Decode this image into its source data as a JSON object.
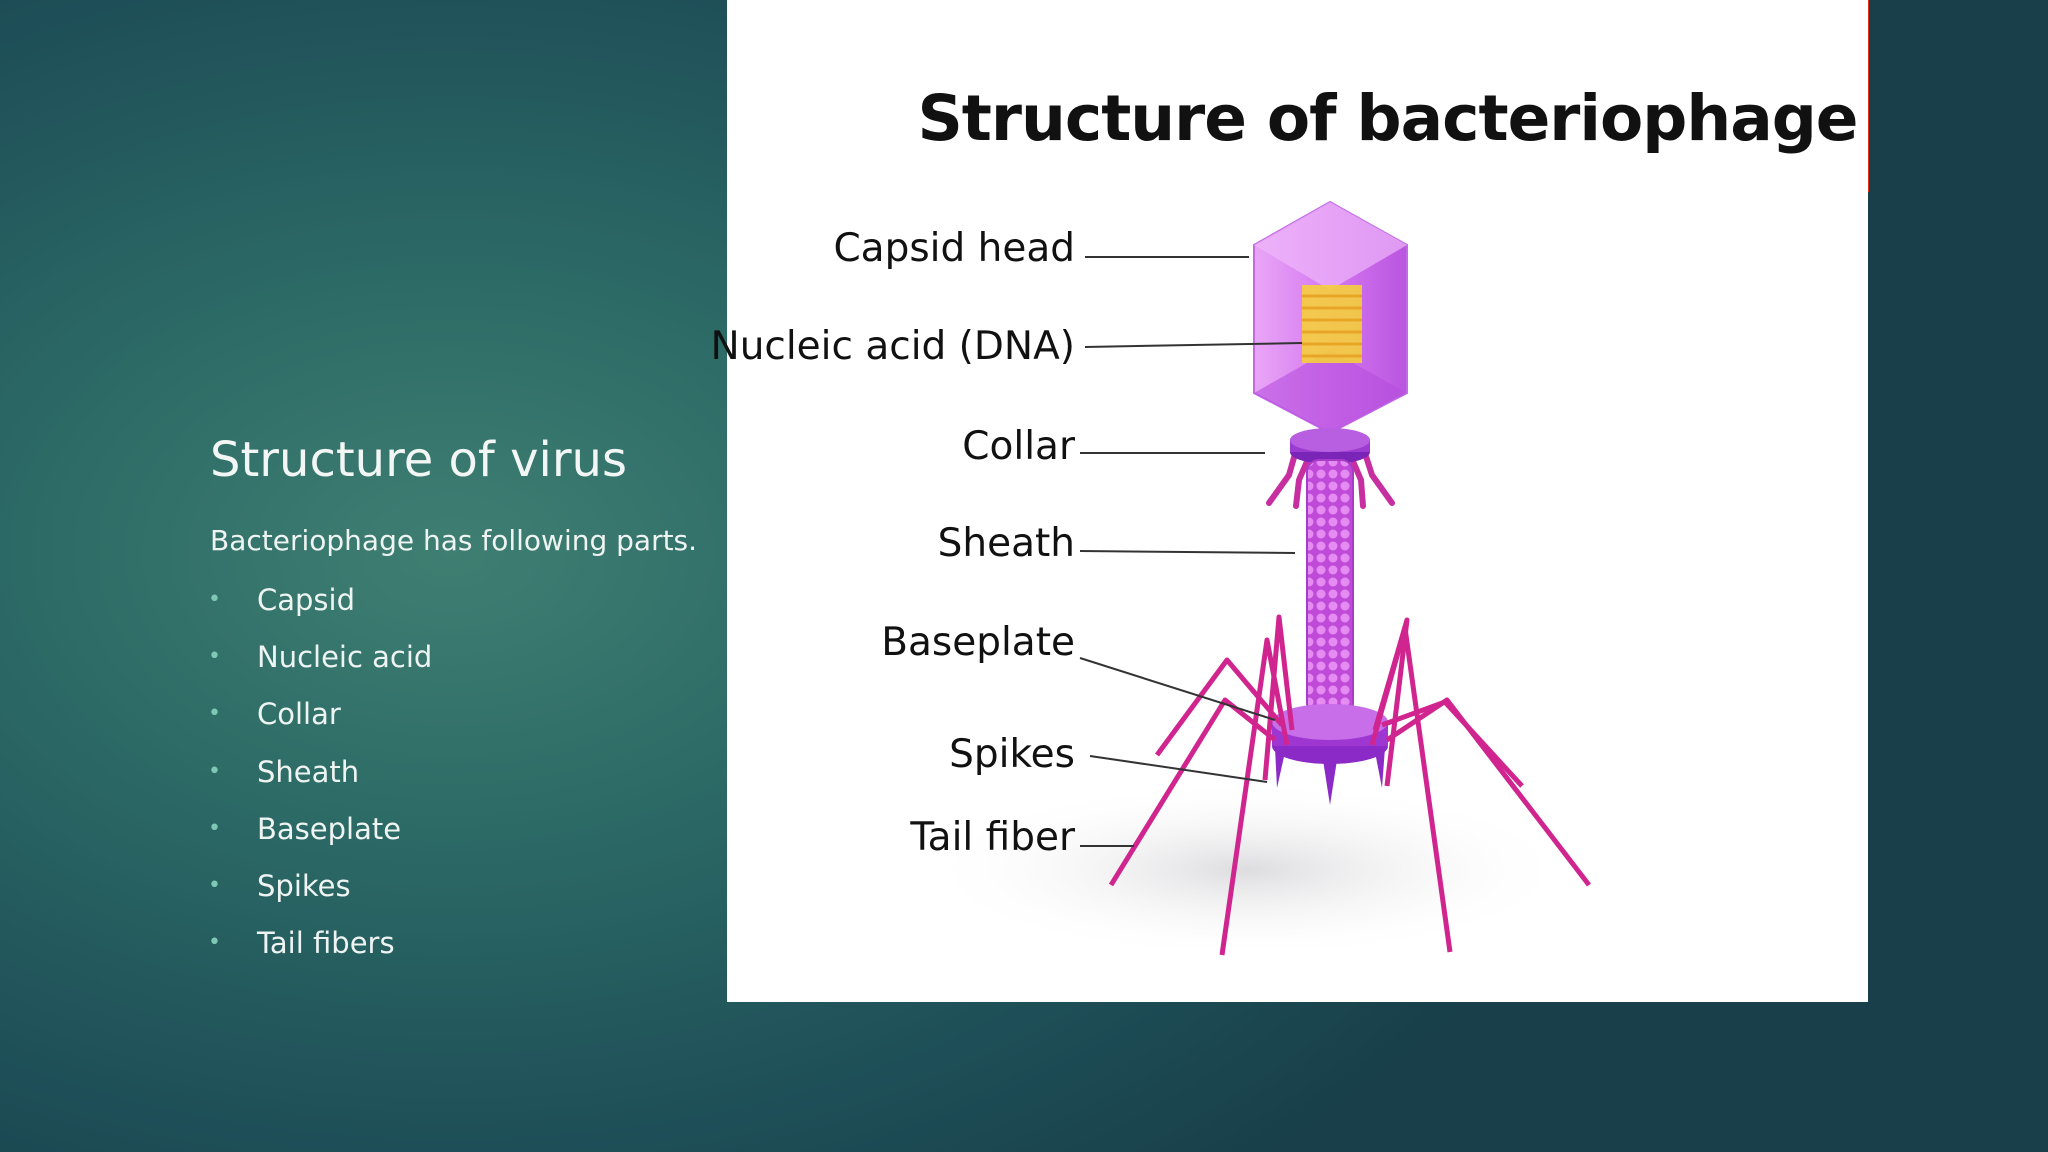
{
  "slide": {
    "title": "Structure of virus",
    "intro": "Bacteriophage has following parts.",
    "parts": [
      "Capsid",
      "Nucleic acid",
      "Collar",
      "Sheath",
      "Baseplate",
      "Spikes",
      "Tail fibers"
    ]
  },
  "diagram": {
    "title": "Structure of bacteriophage",
    "labels": {
      "capsid_head": "Capsid head",
      "nucleic_acid": "Nucleic acid (DNA)",
      "collar": "Collar",
      "sheath": "Sheath",
      "baseplate": "Baseplate",
      "spikes": "Spikes",
      "tail_fiber": "Tail fiber"
    }
  },
  "colors": {
    "capsid": "#d77af0",
    "tail": "#c72fa0",
    "dna": "#f5cf3b",
    "background": "#2c6a66"
  }
}
